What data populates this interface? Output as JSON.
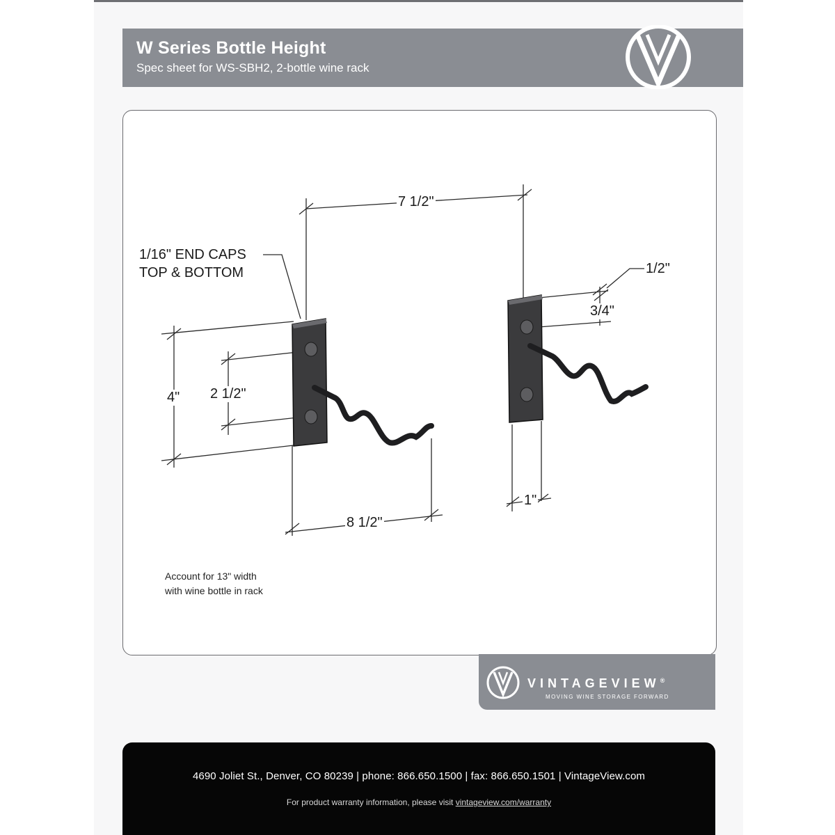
{
  "header": {
    "title": "W Series Bottle Height",
    "subtitle": "Spec sheet for WS-SBH2, 2-bottle wine rack",
    "logo_icon": "v-circle-logo-icon"
  },
  "diagram": {
    "dimensions": {
      "span_between_racks": "7 1/2\"",
      "end_caps_line1": "1/16\" END CAPS",
      "end_caps_line2": "TOP & BOTTOM",
      "plate_height": "4\"",
      "hole_spacing": "2 1/2\"",
      "rack_depth": "8 1/2\"",
      "cap_offset": "1/2\"",
      "hole_offset": "3/4\"",
      "plate_width": "1\""
    },
    "note_line1": "Account for 13\" width",
    "note_line2": "with wine bottle in rack"
  },
  "brand": {
    "name": "VINTAGEVIEW",
    "registered": "®",
    "tagline": "MOVING WINE STORAGE FORWARD",
    "logo_icon": "v-circle-logo-icon"
  },
  "footer": {
    "contact": "4690 Joliet St., Denver, CO 80239 | phone: 866.650.1500 | fax: 866.650.1501 | VintageView.com",
    "warranty_prefix": "For product warranty information, please visit ",
    "warranty_link": "vintageview.com/warranty"
  },
  "colors": {
    "header_band": "#8a8d93",
    "footer": "#060606",
    "rack_metal": "#3b3b3d"
  }
}
